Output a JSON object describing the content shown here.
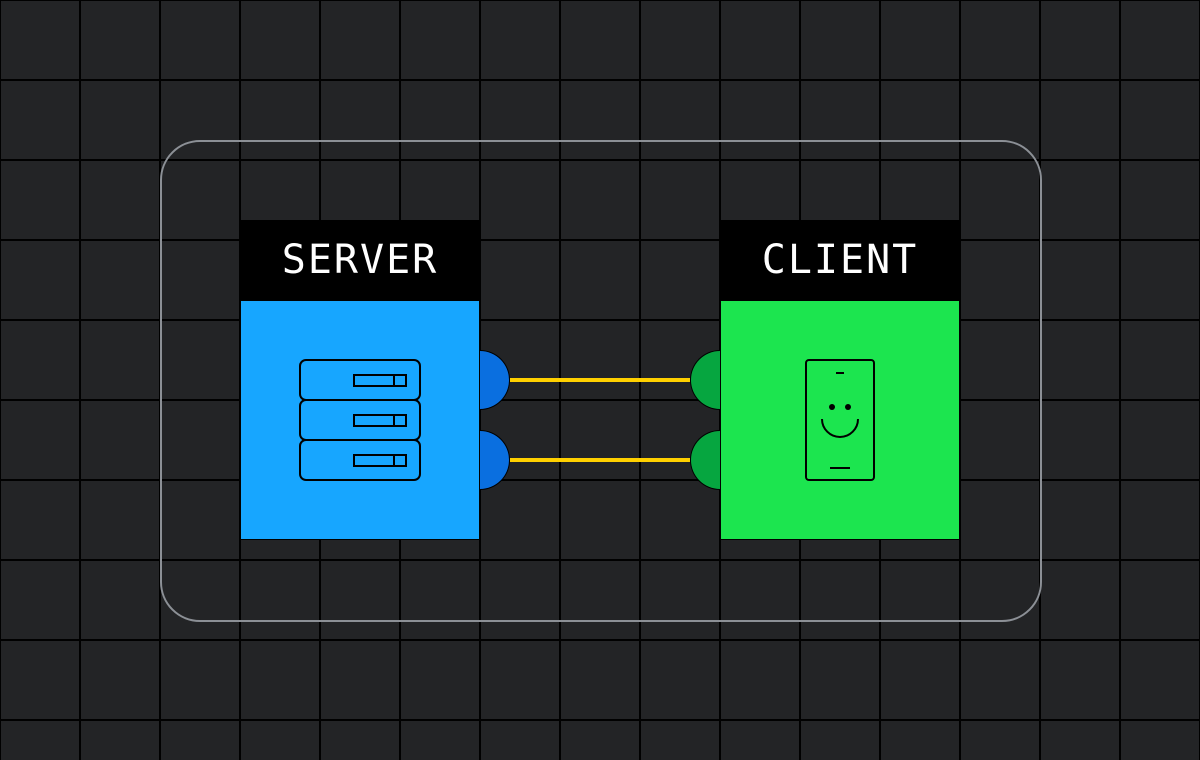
{
  "diagram": {
    "server": {
      "label": "SERVER",
      "icon": "server-stack-icon",
      "color": "#17a6ff",
      "port_color": "#0a6fe0"
    },
    "client": {
      "label": "CLIENT",
      "icon": "smartphone-smiley-icon",
      "color": "#1ce54f",
      "port_color": "#06a640"
    },
    "connections": [
      {
        "from": "server",
        "to": "client",
        "color": "#ffd000"
      },
      {
        "from": "server",
        "to": "client",
        "color": "#ffd000"
      }
    ],
    "colors": {
      "background": "#232426",
      "grid": "#000000",
      "frame": "#8c9096",
      "header": "#000000",
      "header_text": "#ffffff"
    }
  }
}
